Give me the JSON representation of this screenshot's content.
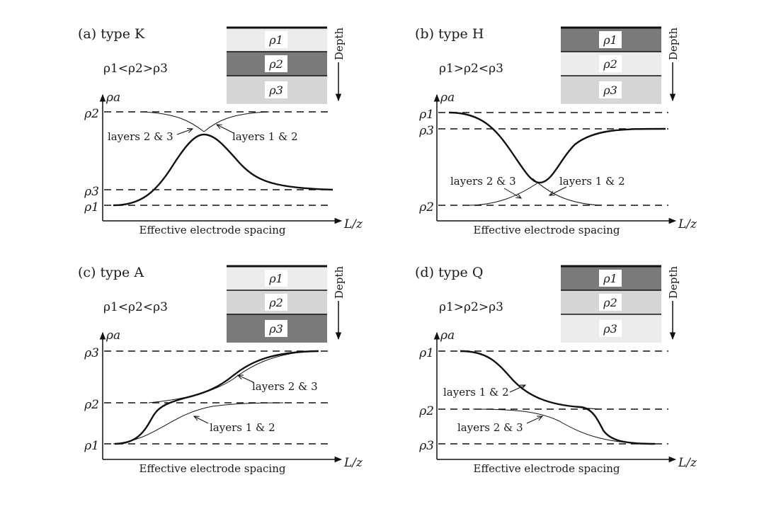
{
  "colors": {
    "resistive_dark": "#7a7a7a",
    "resistive_medium": "#d6d6d6",
    "resistive_light": "#ececec",
    "line": "#111111"
  },
  "common": {
    "x_axis_label": "L/z",
    "y_axis_label": "ρa",
    "x_caption": "Effective electrode spacing",
    "depth_label": "Depth"
  },
  "panels": [
    {
      "id": "a",
      "title": "(a) type K",
      "condition": "ρ1<ρ2>ρ3",
      "layers": [
        {
          "symbol": "ρ1",
          "shade": "light"
        },
        {
          "symbol": "ρ2",
          "shade": "dark"
        },
        {
          "symbol": "ρ3",
          "shade": "medium"
        }
      ],
      "levels": [
        {
          "label": "ρ2",
          "rel": 0.0
        },
        {
          "label": "ρ3",
          "rel": 0.83
        },
        {
          "label": "ρ1",
          "rel": 1.0
        }
      ],
      "annotations": [
        {
          "text": "layers 2 & 3"
        },
        {
          "text": "layers 1 & 2"
        }
      ]
    },
    {
      "id": "b",
      "title": "(b) type H",
      "condition": "ρ1>ρ2<ρ3",
      "layers": [
        {
          "symbol": "ρ1",
          "shade": "dark"
        },
        {
          "symbol": "ρ2",
          "shade": "light"
        },
        {
          "symbol": "ρ3",
          "shade": "medium"
        }
      ],
      "levels": [
        {
          "label": "ρ1",
          "rel": 0.0
        },
        {
          "label": "ρ3",
          "rel": 0.17
        },
        {
          "label": "ρ2",
          "rel": 1.0
        }
      ],
      "annotations": [
        {
          "text": "layers 2 & 3"
        },
        {
          "text": "layers 1 & 2"
        }
      ]
    },
    {
      "id": "c",
      "title": "(c) type A",
      "condition": "ρ1<ρ2<ρ3",
      "layers": [
        {
          "symbol": "ρ1",
          "shade": "light"
        },
        {
          "symbol": "ρ2",
          "shade": "medium"
        },
        {
          "symbol": "ρ3",
          "shade": "dark"
        }
      ],
      "levels": [
        {
          "label": "ρ3",
          "rel": 0.0
        },
        {
          "label": "ρ2",
          "rel": 0.55
        },
        {
          "label": "ρ1",
          "rel": 1.0
        }
      ],
      "annotations": [
        {
          "text": "layers 2 & 3"
        },
        {
          "text": "layers 1 & 2"
        }
      ]
    },
    {
      "id": "d",
      "title": "(d) type Q",
      "condition": "ρ1>ρ2>ρ3",
      "layers": [
        {
          "symbol": "ρ1",
          "shade": "dark"
        },
        {
          "symbol": "ρ2",
          "shade": "medium"
        },
        {
          "symbol": "ρ3",
          "shade": "light"
        }
      ],
      "levels": [
        {
          "label": "ρ1",
          "rel": 0.0
        },
        {
          "label": "ρ2",
          "rel": 0.62
        },
        {
          "label": "ρ3",
          "rel": 1.0
        }
      ],
      "annotations": [
        {
          "text": "layers 1 & 2"
        },
        {
          "text": "layers 2 & 3"
        }
      ]
    }
  ]
}
